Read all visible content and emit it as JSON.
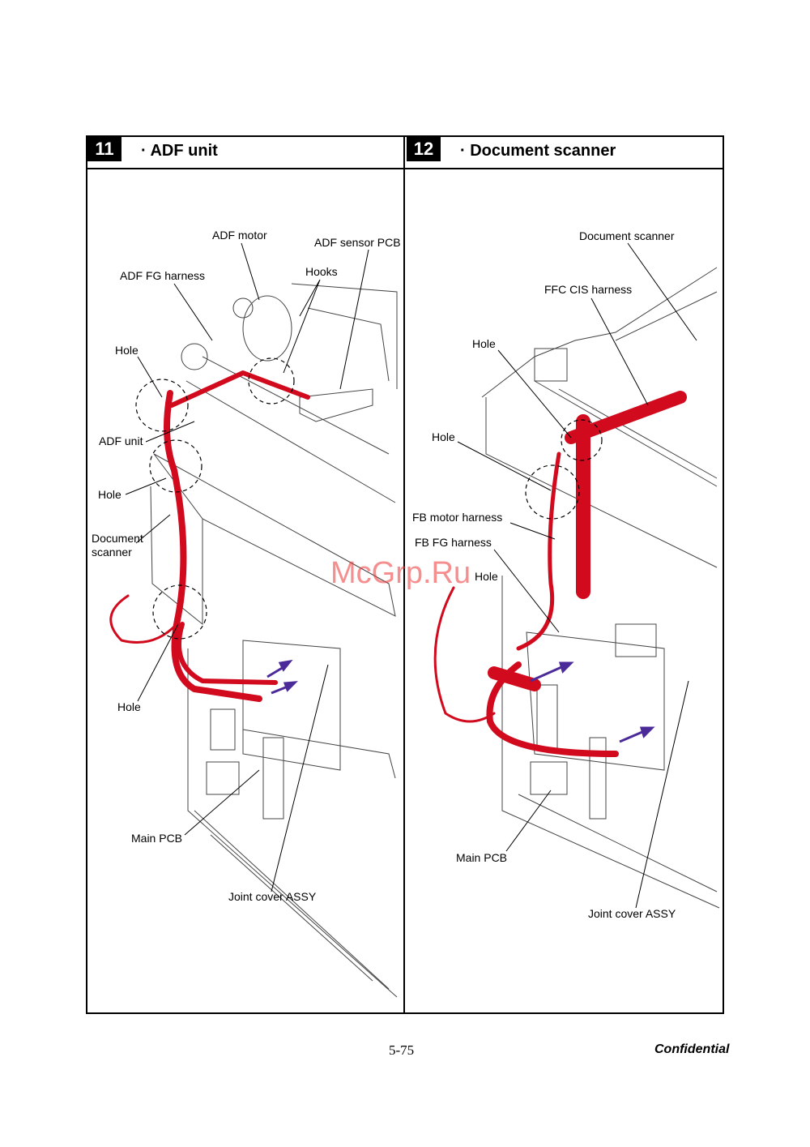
{
  "panels": [
    {
      "number": "11",
      "title": "· ADF unit",
      "labels": {
        "adf_motor": "ADF motor",
        "adf_sensor_pcb": "ADF sensor PCB",
        "adf_fg_harness": "ADF FG harness",
        "hooks": "Hooks",
        "hole_1": "Hole",
        "adf_unit": "ADF unit",
        "hole_2": "Hole",
        "document_scanner_line1": "Document",
        "document_scanner_line2": "scanner",
        "hole_3": "Hole",
        "main_pcb": "Main PCB",
        "joint_cover_assy": "Joint cover ASSY"
      }
    },
    {
      "number": "12",
      "title": "· Document scanner",
      "labels": {
        "document_scanner": "Document scanner",
        "ffc_cis_harness": "FFC CIS harness",
        "hole_1": "Hole",
        "hole_2": "Hole",
        "fb_motor_harness": "FB  motor harness",
        "fb_fg_harness": "FB FG harness",
        "hole_3": "Hole",
        "main_pcb": "Main PCB",
        "joint_cover_assy": "Joint cover ASSY"
      }
    }
  ],
  "watermark": "McGrp.Ru",
  "footer": {
    "page_number": "5-75",
    "confidential": "Confidential"
  },
  "colors": {
    "harness": "#d10a1e",
    "arrow": "#4b2a9a",
    "line": "#000000"
  }
}
